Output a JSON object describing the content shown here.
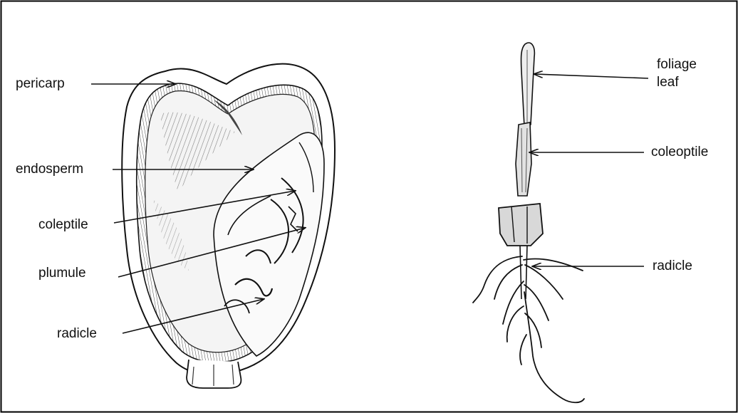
{
  "seed": {
    "labels": {
      "pericarp": "pericarp",
      "endosperm": "endosperm",
      "coleoptile": "coleptile",
      "plumule": "plumule",
      "radicle": "radicle"
    }
  },
  "seedling": {
    "labels": {
      "foliage_leaf": "foliage leaf",
      "coleoptile": "coleoptile",
      "radicle": "radicle"
    }
  },
  "colors": {
    "ink": "#111111",
    "border": "#000000",
    "shade": "#6b6b6b"
  }
}
